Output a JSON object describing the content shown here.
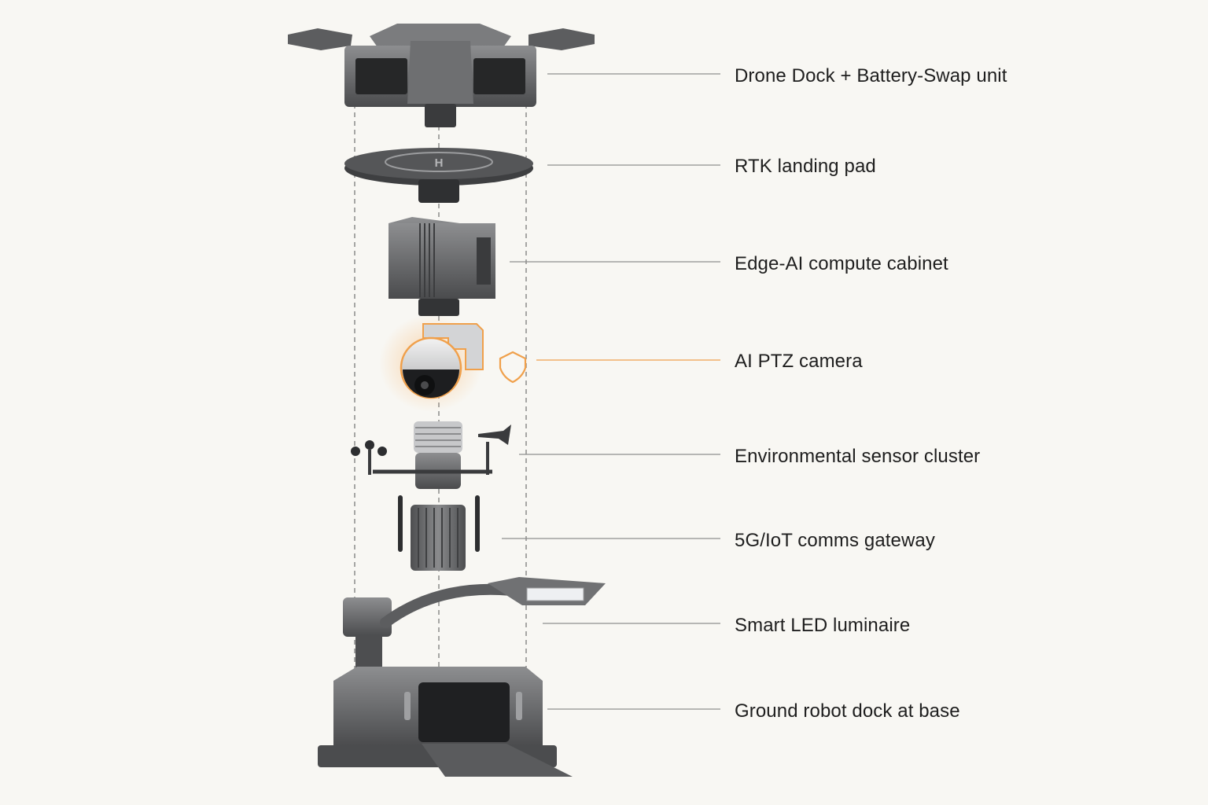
{
  "colors": {
    "background": "#f8f7f3",
    "metal_dark": "#3e3f41",
    "metal_mid": "#6b6c6e",
    "metal_light": "#a4a5a7",
    "leader_line": "#8e8e8e",
    "highlight": "#f0a04b"
  },
  "components": [
    {
      "id": "drone-dock",
      "label": "Drone Dock + Battery-Swap unit",
      "highlighted": false
    },
    {
      "id": "rtk-pad",
      "label": "RTK landing pad",
      "highlighted": false
    },
    {
      "id": "edge-ai",
      "label": "Edge-AI compute cabinet",
      "highlighted": false
    },
    {
      "id": "ptz-camera",
      "label": "AI PTZ camera",
      "highlighted": true
    },
    {
      "id": "env-sensor",
      "label": "Environmental sensor cluster",
      "highlighted": false
    },
    {
      "id": "gateway",
      "label": "5G/IoT comms gateway",
      "highlighted": false
    },
    {
      "id": "led",
      "label": "Smart LED luminaire",
      "highlighted": false
    },
    {
      "id": "robot-dock",
      "label": "Ground robot dock at base",
      "highlighted": false
    }
  ],
  "icons": {
    "shield": "shield-icon"
  }
}
